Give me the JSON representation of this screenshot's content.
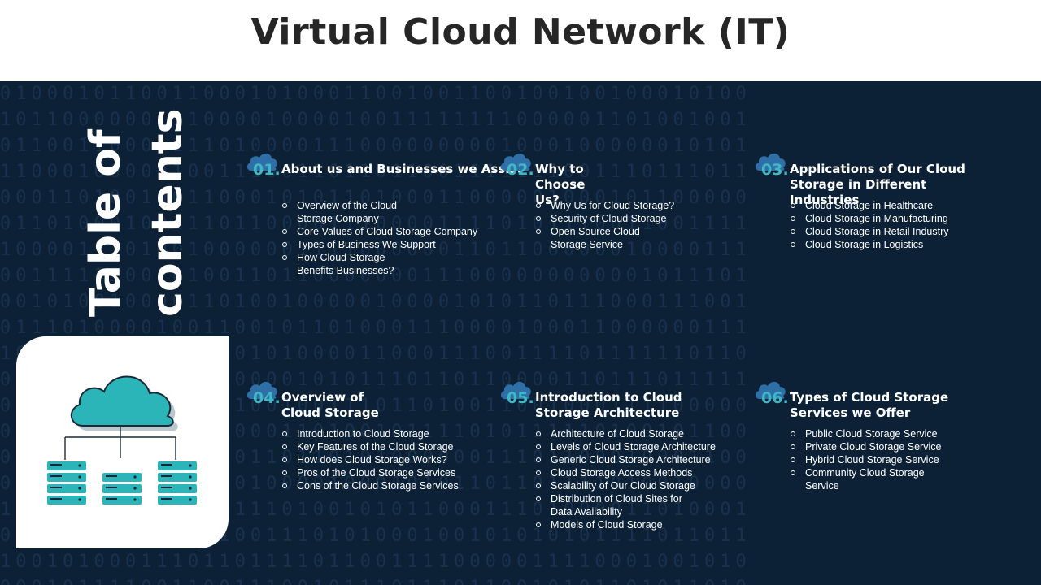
{
  "page": {
    "title": "Virtual Cloud Network (IT)",
    "toc_heading": "Table of contents"
  },
  "colors": {
    "panel_bg": "#0d2136",
    "accent": "#3fb7c4",
    "icon_blue": "#2f6fa8",
    "title_text": "#262626"
  },
  "sections": [
    {
      "number": "01.",
      "title": "About us and Businesses we Assist",
      "items": [
        "Overview  of the Cloud Storage Company",
        "Core Values of Cloud Storage Company",
        "Types of Business We Support",
        "How Cloud Storage Benefits Businesses?"
      ]
    },
    {
      "number": "02.",
      "title": "Why to Choose Us?",
      "items": [
        "Why Us for Cloud Storage?",
        "Security of Cloud Storage",
        "Open Source Cloud Storage Service"
      ]
    },
    {
      "number": "03.",
      "title": "Applications of Our Cloud Storage in Different Industries",
      "items": [
        "Cloud Storage in Healthcare",
        "Cloud Storage in Manufacturing",
        "Cloud Storage in Retail Industry",
        "Cloud Storage in Logistics"
      ]
    },
    {
      "number": "04.",
      "title": "Overview of Cloud Storage",
      "items": [
        "Introduction to Cloud Storage",
        "Key Features of the Cloud Storage",
        "How does Cloud Storage Works?",
        "Pros of the Cloud Storage Services",
        "Cons of the Cloud Storage Services"
      ]
    },
    {
      "number": "05.",
      "title": "Introduction to Cloud Storage Architecture",
      "items": [
        "Architecture of Cloud Storage",
        "Levels of Cloud Storage Architecture",
        "Generic Cloud Storage Architecture",
        "Cloud Storage Access Methods",
        "Scalability of Our Cloud Storage",
        "Distribution of Cloud Sites for Data Availability",
        "Models of Cloud Storage"
      ]
    },
    {
      "number": "06.",
      "title": "Types of Cloud Storage Services we Offer",
      "items": [
        "Public Cloud Storage Service",
        "Private Cloud Storage Service",
        "Hybrid Cloud Storage Service",
        "Community Cloud Storage Service"
      ]
    }
  ],
  "illustration": {
    "icon": "cloud-server-network-icon"
  }
}
